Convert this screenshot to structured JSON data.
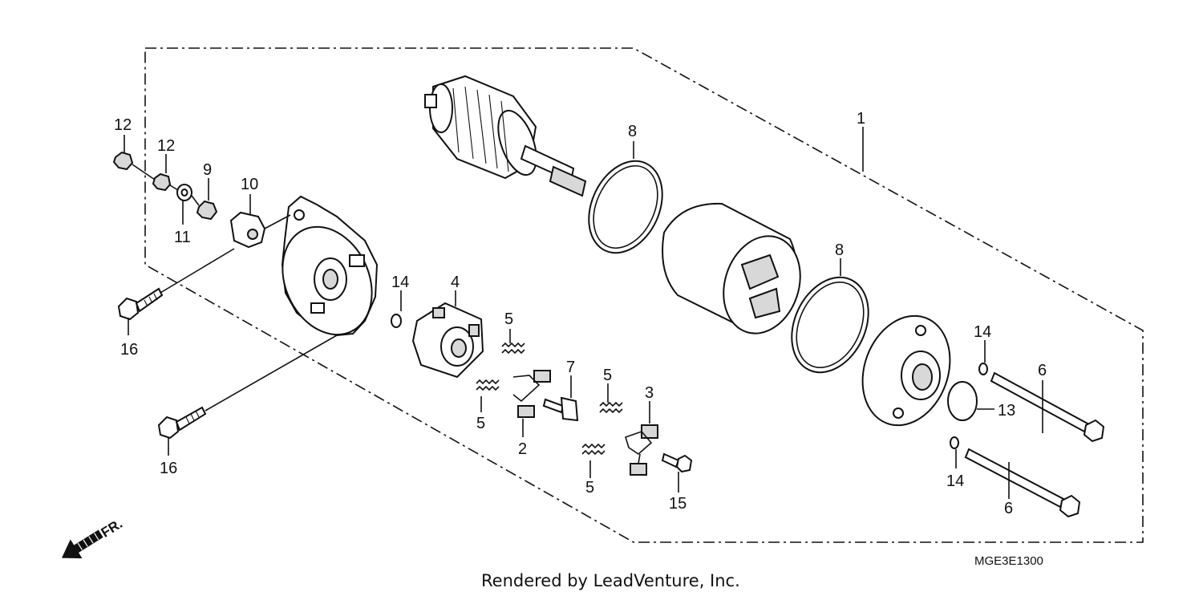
{
  "diagram": {
    "callouts": {
      "c1": "1",
      "c2": "2",
      "c3": "3",
      "c4": "4",
      "c5a": "5",
      "c5b": "5",
      "c5c": "5",
      "c5d": "5",
      "c6a": "6",
      "c6b": "6",
      "c7": "7",
      "c8a": "8",
      "c8b": "8",
      "c9": "9",
      "c10": "10",
      "c11": "11",
      "c12a": "12",
      "c12b": "12",
      "c13": "13",
      "c14a": "14",
      "c14b": "14",
      "c14c": "14",
      "c15": "15",
      "c16a": "16",
      "c16b": "16"
    },
    "drawing_code": "MGE3E1300",
    "direction_label": "FR.",
    "credit": "Rendered by LeadVenture, Inc."
  }
}
